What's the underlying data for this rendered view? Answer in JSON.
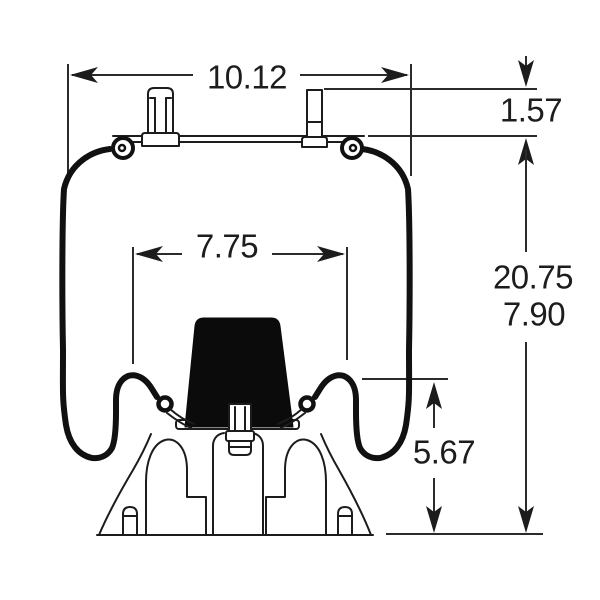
{
  "diagram": {
    "kind": "air-spring-dimensional-drawing",
    "dimensions": {
      "overall_width": "10.12",
      "stud_height": "1.57",
      "piston_diameter": "7.75",
      "height_max": "20.75",
      "height_min": "7.90",
      "base_height": "5.67"
    }
  }
}
